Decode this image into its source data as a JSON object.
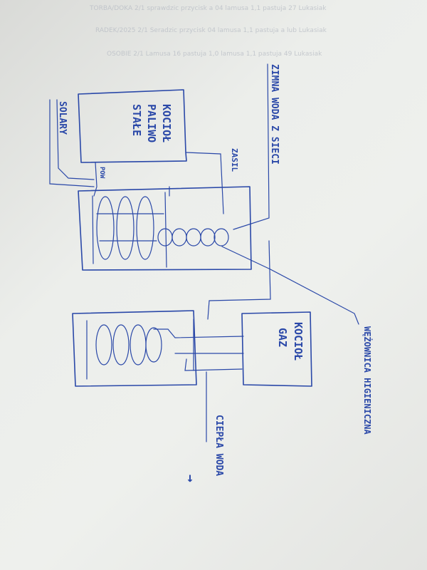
{
  "bleed_through": {
    "line1": "TORBA/DOKA 2/1 sprawdzic przycisk a 04 lamusa 1,1 pastuja 27 Lukasiak",
    "line2": "RADEK/2025 2/1 Seradzic przycisk 04 lamusa 1,1 pastuja a lub Lukasiak",
    "line3": "OSOBIE 2/1 Lamusa 16 pastuja 1,0 lamusa 1,1 pastuja 49 Lukasiak"
  },
  "labels": {
    "boiler_solid_l1": "KOCIOŁ",
    "boiler_solid_l2": "PALIWO",
    "boiler_solid_l3": "STAŁE",
    "solary": "SOLARY",
    "powrot": "POW",
    "zasil": "ZASIL",
    "cold_water": "ZIMNA WODA Z SIECI",
    "boiler_gas_l1": "KOCIOŁ",
    "boiler_gas_l2": "GAZ",
    "coil": "WĘŻOWNICA HIGIENICZNA",
    "hot_water": "CIEPŁA WODA",
    "arrow": "→"
  },
  "colors": {
    "ink": "#2a48a8",
    "paper": "#eceeeb"
  }
}
